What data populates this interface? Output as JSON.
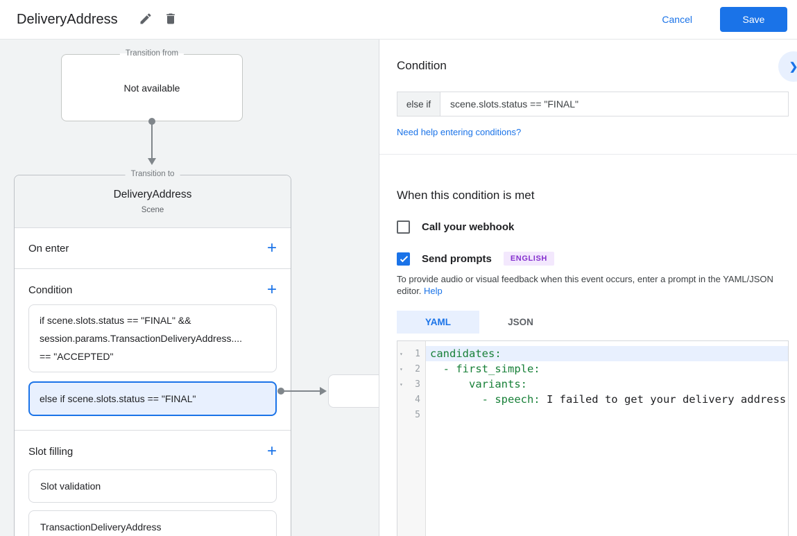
{
  "topbar": {
    "title": "DeliveryAddress",
    "cancel_label": "Cancel",
    "save_label": "Save"
  },
  "icons": {
    "add_glyph": "+",
    "chevron_right_glyph": "❯",
    "fold_glyph": "▾"
  },
  "diagram": {
    "transition_from": {
      "legend": "Transition from",
      "content": "Not available"
    },
    "scene": {
      "legend": "Transition to",
      "title": "DeliveryAddress",
      "subtitle": "Scene",
      "on_enter_label": "On enter",
      "condition_label": "Condition",
      "condition_cards": [
        {
          "selected": false,
          "lines": [
            "if scene.slots.status == \"FINAL\" &&",
            "session.params.TransactionDeliveryAddress....",
            "== \"ACCEPTED\""
          ]
        },
        {
          "selected": true,
          "lines": [
            "else if scene.slots.status == \"FINAL\""
          ]
        }
      ],
      "slot_filling_label": "Slot filling",
      "slot_cards": [
        "Slot validation",
        "TransactionDeliveryAddress"
      ]
    }
  },
  "detail": {
    "heading": "Condition",
    "condition_row": {
      "operator": "else if",
      "expression": "scene.slots.status == \"FINAL\""
    },
    "help_link": "Need help entering conditions?",
    "when_met": {
      "heading": "When this condition is met",
      "webhook_label": "Call your webhook",
      "webhook_checked": false,
      "prompts_label": "Send prompts",
      "prompts_checked": true,
      "language_badge": "ENGLISH",
      "hint": "To provide audio or visual feedback when this event occurs, enter a prompt in the YAML/JSON editor.",
      "hint_link": "Help"
    },
    "editor": {
      "tabs": [
        {
          "label": "YAML",
          "active": true
        },
        {
          "label": "JSON",
          "active": false
        }
      ],
      "lines": [
        {
          "num": "1",
          "fold": true,
          "highlight": true,
          "segments": [
            {
              "t": "candidates:",
              "c": "key"
            }
          ]
        },
        {
          "num": "2",
          "fold": true,
          "highlight": false,
          "segments": [
            {
              "t": "  - first_simple:",
              "c": "key"
            }
          ]
        },
        {
          "num": "3",
          "fold": true,
          "highlight": false,
          "segments": [
            {
              "t": "      variants:",
              "c": "key"
            }
          ]
        },
        {
          "num": "4",
          "fold": false,
          "highlight": false,
          "segments": [
            {
              "t": "        - speech:",
              "c": "key"
            },
            {
              "t": " I failed to get your delivery address",
              "c": "text"
            }
          ]
        },
        {
          "num": "5",
          "fold": false,
          "highlight": false,
          "segments": []
        }
      ]
    }
  },
  "colors": {
    "accent": "#1a73e8",
    "selection_bg": "#e8f0fe",
    "badge_bg": "#f3e8fd",
    "badge_text": "#8430ce",
    "code_key": "#188038",
    "canvas_bg": "#f1f3f4"
  }
}
